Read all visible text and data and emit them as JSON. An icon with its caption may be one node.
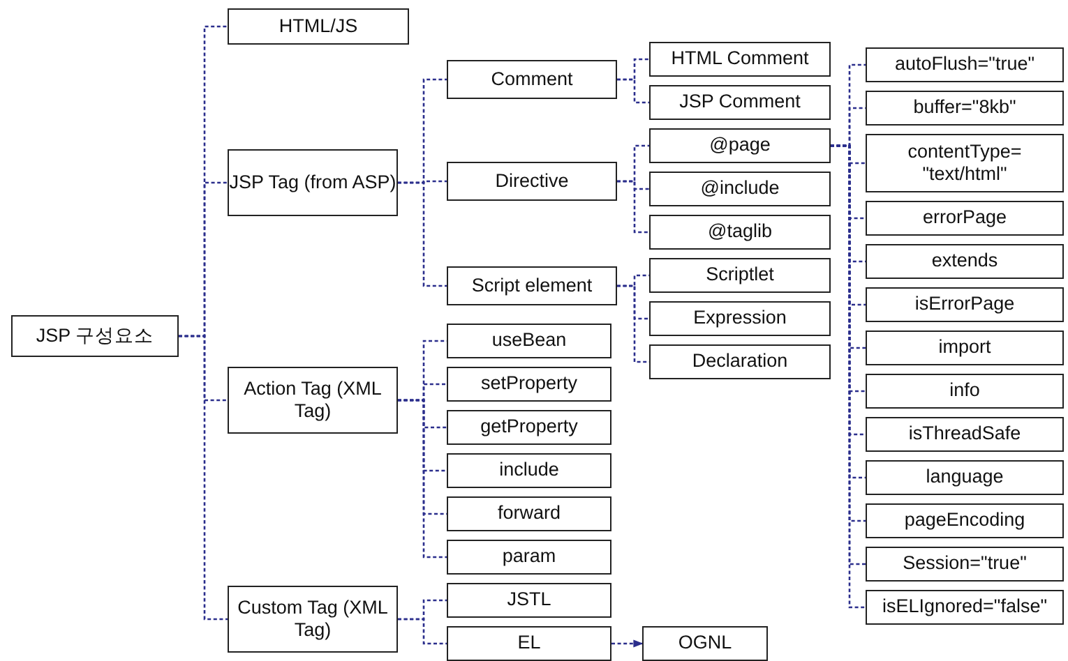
{
  "diagram": {
    "nodes": [
      {
        "text": [
          "JSP 구성요소"
        ]
      },
      {
        "text": [
          "HTML/JS"
        ]
      },
      {
        "text": [
          "JSP Tag (from ASP)"
        ]
      },
      {
        "text": [
          "Comment"
        ]
      },
      {
        "text": [
          "HTML Comment"
        ]
      },
      {
        "text": [
          "JSP Comment"
        ]
      },
      {
        "text": [
          "Directive"
        ]
      },
      {
        "text": [
          "@page"
        ]
      },
      {
        "text": [
          "autoFlush=\"true\""
        ]
      },
      {
        "text": [
          "buffer=\"8kb\""
        ]
      },
      {
        "text": [
          "contentType= \"text/html\""
        ]
      },
      {
        "text": [
          "errorPage"
        ]
      },
      {
        "text": [
          "extends"
        ]
      },
      {
        "text": [
          "isErrorPage"
        ]
      },
      {
        "text": [
          "import"
        ]
      },
      {
        "text": [
          "info"
        ]
      },
      {
        "text": [
          "isThreadSafe"
        ]
      },
      {
        "text": [
          "language"
        ]
      },
      {
        "text": [
          "pageEncoding"
        ]
      },
      {
        "text": [
          "Session=\"true\""
        ]
      },
      {
        "text": [
          "isELIgnored=\"false\""
        ]
      },
      {
        "text": [
          "@include"
        ]
      },
      {
        "text": [
          "@taglib"
        ]
      },
      {
        "text": [
          "Script element"
        ]
      },
      {
        "text": [
          "Scriptlet"
        ]
      },
      {
        "text": [
          "Expression"
        ]
      },
      {
        "text": [
          "Declaration"
        ]
      },
      {
        "text": [
          "Action Tag (XML Tag)"
        ]
      },
      {
        "text": [
          "useBean"
        ]
      },
      {
        "text": [
          "setProperty"
        ]
      },
      {
        "text": [
          "getProperty"
        ]
      },
      {
        "text": [
          "include"
        ]
      },
      {
        "text": [
          "forward"
        ]
      },
      {
        "text": [
          "param"
        ]
      },
      {
        "text": [
          "Custom Tag (XML Tag)"
        ]
      },
      {
        "text": [
          "JSTL"
        ]
      },
      {
        "text": [
          "EL"
        ]
      },
      {
        "text": [
          "OGNL"
        ]
      }
    ],
    "edges": [
      {
        "from": 0,
        "to": 1,
        "arrow": "none",
        "style": "dashed"
      },
      {
        "from": 0,
        "to": 2,
        "arrow": "none",
        "style": "dashed"
      },
      {
        "from": 0,
        "to": 27,
        "arrow": "none",
        "style": "dashed"
      },
      {
        "from": 0,
        "to": 34,
        "arrow": "none",
        "style": "dashed"
      },
      {
        "from": 2,
        "to": 3,
        "arrow": "none",
        "style": "dashed"
      },
      {
        "from": 2,
        "to": 6,
        "arrow": "none",
        "style": "dashed"
      },
      {
        "from": 2,
        "to": 23,
        "arrow": "none",
        "style": "dashed"
      },
      {
        "from": 3,
        "to": 4,
        "arrow": "none",
        "style": "dashed"
      },
      {
        "from": 3,
        "to": 5,
        "arrow": "none",
        "style": "dashed"
      },
      {
        "from": 6,
        "to": 7,
        "arrow": "none",
        "style": "dashed"
      },
      {
        "from": 6,
        "to": 21,
        "arrow": "none",
        "style": "dashed"
      },
      {
        "from": 6,
        "to": 22,
        "arrow": "none",
        "style": "dashed"
      },
      {
        "from": 7,
        "to": 8,
        "arrow": "none",
        "style": "dashed"
      },
      {
        "from": 7,
        "to": 9,
        "arrow": "none",
        "style": "dashed"
      },
      {
        "from": 7,
        "to": 10,
        "arrow": "none",
        "style": "dashed"
      },
      {
        "from": 7,
        "to": 11,
        "arrow": "none",
        "style": "dashed"
      },
      {
        "from": 7,
        "to": 12,
        "arrow": "none",
        "style": "dashed"
      },
      {
        "from": 7,
        "to": 13,
        "arrow": "none",
        "style": "dashed"
      },
      {
        "from": 7,
        "to": 14,
        "arrow": "none",
        "style": "dashed"
      },
      {
        "from": 7,
        "to": 15,
        "arrow": "none",
        "style": "dashed"
      },
      {
        "from": 7,
        "to": 16,
        "arrow": "none",
        "style": "dashed"
      },
      {
        "from": 7,
        "to": 17,
        "arrow": "none",
        "style": "dashed"
      },
      {
        "from": 7,
        "to": 18,
        "arrow": "none",
        "style": "dashed"
      },
      {
        "from": 7,
        "to": 19,
        "arrow": "none",
        "style": "dashed"
      },
      {
        "from": 7,
        "to": 20,
        "arrow": "none",
        "style": "dashed"
      },
      {
        "from": 23,
        "to": 24,
        "arrow": "none",
        "style": "dashed"
      },
      {
        "from": 23,
        "to": 25,
        "arrow": "none",
        "style": "dashed"
      },
      {
        "from": 23,
        "to": 26,
        "arrow": "none",
        "style": "dashed"
      },
      {
        "from": 27,
        "to": 28,
        "arrow": "none",
        "style": "dashed"
      },
      {
        "from": 27,
        "to": 29,
        "arrow": "none",
        "style": "dashed"
      },
      {
        "from": 27,
        "to": 30,
        "arrow": "none",
        "style": "dashed"
      },
      {
        "from": 27,
        "to": 31,
        "arrow": "none",
        "style": "dashed"
      },
      {
        "from": 27,
        "to": 32,
        "arrow": "none",
        "style": "dashed"
      },
      {
        "from": 27,
        "to": 33,
        "arrow": "none",
        "style": "dashed"
      },
      {
        "from": 34,
        "to": 35,
        "arrow": "none",
        "style": "dashed"
      },
      {
        "from": 34,
        "to": 36,
        "arrow": "none",
        "style": "dashed"
      },
      {
        "from": 36,
        "to": 37,
        "arrow": "to",
        "style": "dashed"
      }
    ]
  }
}
